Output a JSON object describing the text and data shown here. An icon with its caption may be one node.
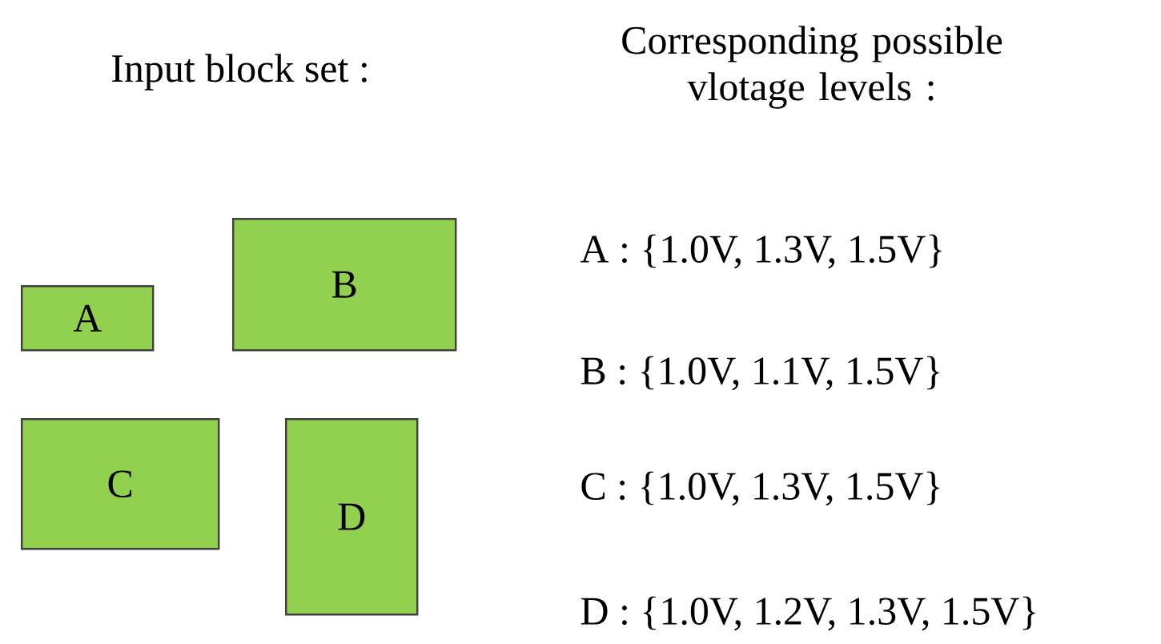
{
  "diagram": {
    "nodes": [
      {
        "text": [
          "A"
        ]
      },
      {
        "text": [
          "B"
        ]
      },
      {
        "text": [
          "C"
        ]
      },
      {
        "text": [
          "D"
        ]
      }
    ],
    "labels": [
      "Input block set :",
      "Corresponding possible vlotage levels :",
      "A : {1.0V, 1.3V, 1.5V}",
      "B : {1.0V, 1.1V, 1.5V}",
      "C : {1.0V, 1.3V, 1.5V}",
      "D : {1.0V, 1.2V, 1.3V, 1.5V}"
    ]
  }
}
